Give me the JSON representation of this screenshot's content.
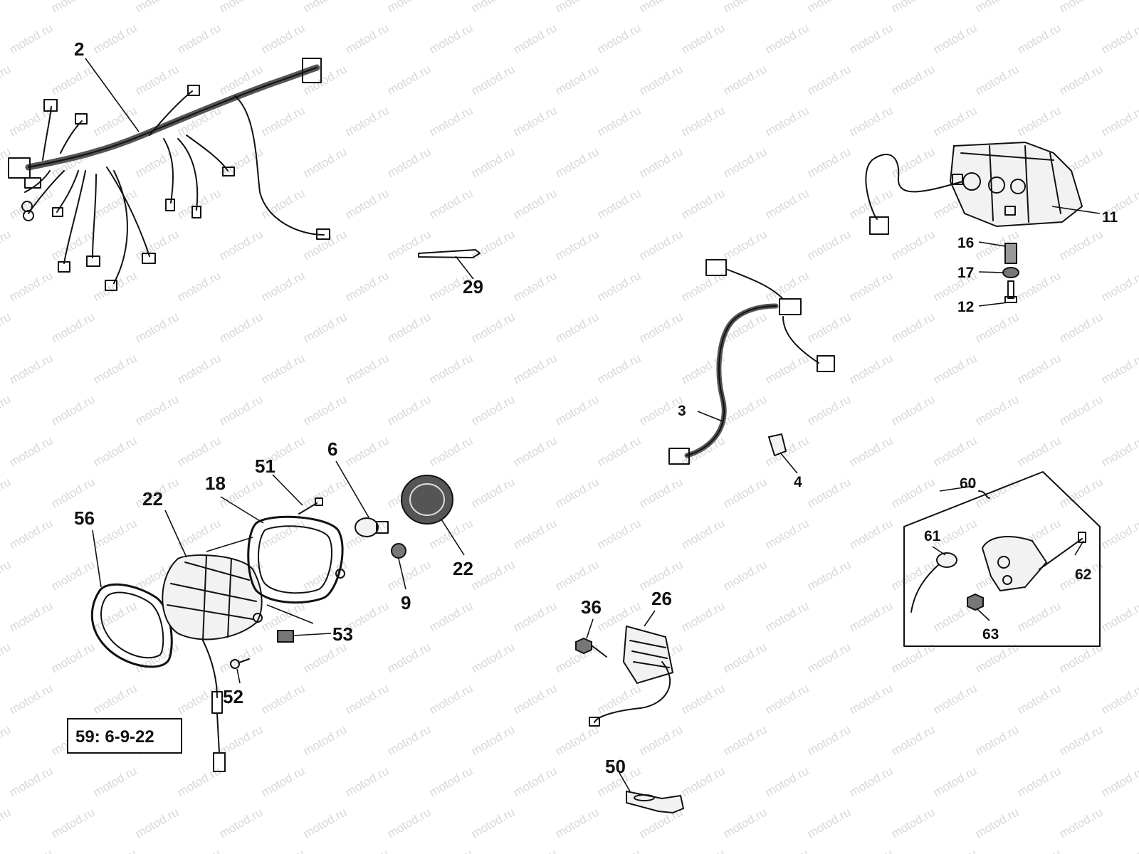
{
  "watermark": "motod.ru",
  "note": "59: 6-9-22",
  "callouts": {
    "c2": "2",
    "c29": "29",
    "c11": "11",
    "c16": "16",
    "c17": "17",
    "c12": "12",
    "c3": "3",
    "c4": "4",
    "c60": "60",
    "c61": "61",
    "c62": "62",
    "c63": "63",
    "c51": "51",
    "c18": "18",
    "c22a": "22",
    "c56": "56",
    "c6": "6",
    "c22b": "22",
    "c9": "9",
    "c53": "53",
    "c52": "52",
    "c36": "36",
    "c26": "26",
    "c50": "50"
  }
}
